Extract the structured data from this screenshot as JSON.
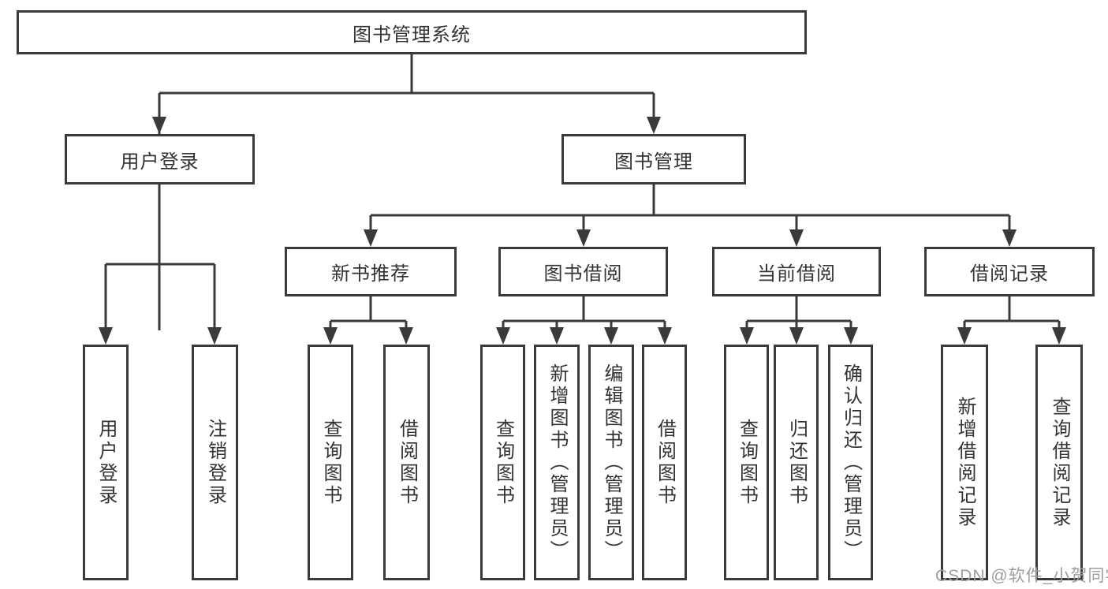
{
  "diagram": {
    "root": {
      "label": "图书管理系统"
    },
    "branches": [
      {
        "label": "用户登录",
        "leaves": [
          {
            "label": "用户登录"
          },
          {
            "label": "注销登录"
          }
        ]
      },
      {
        "label": "图书管理",
        "sections": [
          {
            "label": "新书推荐",
            "leaves": [
              {
                "label": "查询图书"
              },
              {
                "label": "借阅图书"
              }
            ]
          },
          {
            "label": "图书借阅",
            "leaves": [
              {
                "label": "查询图书"
              },
              {
                "label": "新增图书（管理员）"
              },
              {
                "label": "编辑图书（管理员）"
              },
              {
                "label": "借阅图书"
              }
            ]
          },
          {
            "label": "当前借阅",
            "leaves": [
              {
                "label": "查询图书"
              },
              {
                "label": "归还图书"
              },
              {
                "label": "确认归还（管理员）"
              }
            ]
          },
          {
            "label": "借阅记录",
            "leaves": [
              {
                "label": "新增借阅记录"
              },
              {
                "label": "查询借阅记录"
              }
            ]
          }
        ]
      }
    ]
  },
  "watermark": {
    "text": "CSDN @软件_小贺同学"
  },
  "colors": {
    "line": "#3a3a3a",
    "text": "#333333",
    "watermark": "#9e9e9e",
    "background": "#ffffff"
  }
}
